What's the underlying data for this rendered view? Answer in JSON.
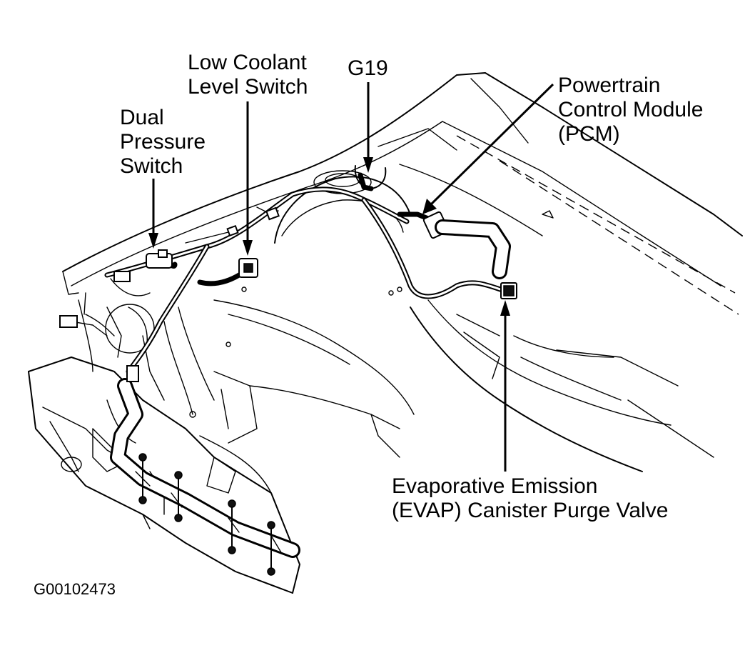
{
  "callouts": {
    "dual_pressure_switch": [
      "Dual",
      "Pressure",
      "Switch"
    ],
    "low_coolant_level_switch": [
      "Low Coolant",
      "Level Switch"
    ],
    "g19": "G19",
    "pcm": [
      "Powertrain",
      "Control Module",
      "(PCM)"
    ],
    "evap": [
      "Evaporative Emission",
      "(EVAP) Canister Purge Valve"
    ]
  },
  "figure_code": "G00102473"
}
